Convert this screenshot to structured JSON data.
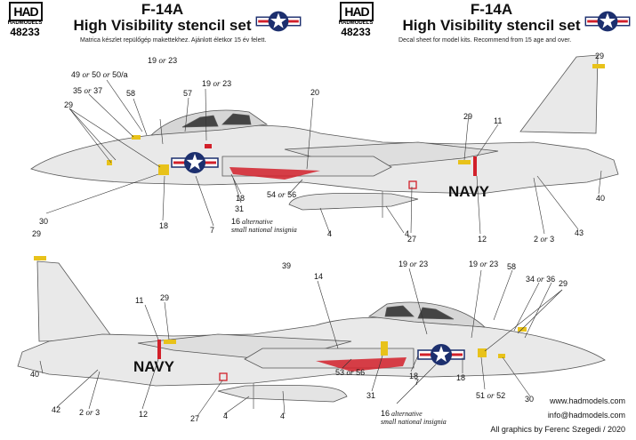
{
  "headers": [
    {
      "logo_text": "HAD",
      "brand": "HADMODELS",
      "code": "48233",
      "title_1": "F-14A",
      "title_2": "High Visibility stencil set",
      "subtitle": "Matrica készlet repülőgép makettekhez. Ajánlott életkor 15 év felett."
    },
    {
      "logo_text": "HAD",
      "brand": "HADMODELS",
      "code": "48233",
      "title_1": "F-14A",
      "title_2": "High Visibility stencil set",
      "subtitle": "Decal sheet for model kits. Recommend from 15 age and over."
    }
  ],
  "top_callouts": {
    "c1": "19 or 23",
    "c2": "49 or 50 or 50/a",
    "c3": "19 or 23",
    "c4": "35 or 37",
    "c5": "58",
    "c6": "57",
    "c7": "20",
    "c8": "29",
    "c9": "29",
    "c10": "11",
    "c11": "29",
    "c12": "30",
    "c13": "18",
    "c14": "7",
    "c15": "18",
    "c16": "31",
    "c17": "54 or 56",
    "c18": "4",
    "c19": "4",
    "c20": "27",
    "c21": "12",
    "c22": "2 or 3",
    "c23": "43",
    "c24": "40",
    "c25": "16"
  },
  "bottom_callouts": {
    "c1": "29",
    "c2": "39",
    "c3": "14",
    "c4": "19 or 23",
    "c5": "19 or 23",
    "c6": "58",
    "c7": "34 or 36",
    "c8": "29",
    "c9": "11",
    "c10": "29",
    "c11": "40",
    "c12": "42",
    "c13": "2 or 3",
    "c14": "12",
    "c15": "27",
    "c16": "4",
    "c17": "4",
    "c18": "53 or 56",
    "c19": "31",
    "c20": "18",
    "c21": "7",
    "c22": "18",
    "c23": "51 or 52",
    "c24": "30",
    "c25": "16"
  },
  "note_alt": {
    "line1": "alternative",
    "line2": "small national insignia"
  },
  "fuselage_text": "NAVY",
  "footer": {
    "web": "www.hadmodels.com",
    "email": "info@hadmodels.com",
    "credit": "All graphics by Ferenc Szegedi / 2020"
  },
  "colors": {
    "insignia_blue": "#1c2f6e",
    "insignia_red": "#d2202a",
    "stencil_yellow": "#e8c21a",
    "airframe": "#e9e9e9"
  }
}
